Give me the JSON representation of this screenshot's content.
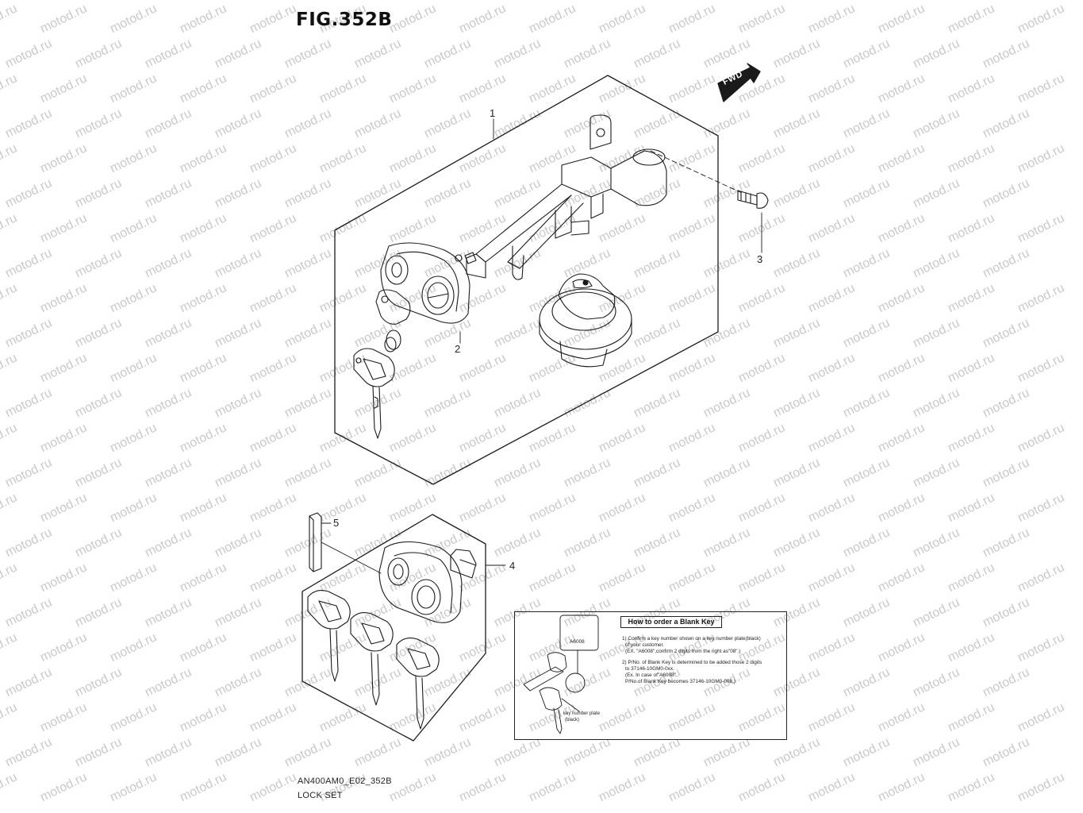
{
  "figure": {
    "title": "FIG.352B",
    "fwd_label": "FWD",
    "callouts": [
      "1",
      "2",
      "3",
      "4",
      "5"
    ],
    "footer": {
      "code": "AN400AM0_E02_352B",
      "name": "LOCK SET"
    },
    "watermark": "motod.ru"
  },
  "how_to": {
    "title": "How to order a Blank Key",
    "lines": [
      "1) Confirm a key number shown on a key number plate(black)",
      "of your customer.",
      "(EX. \"A6008\",confirm 2 digits from the right as\"08\".)",
      "2) P/No. of Blank Key is determined to be added those 2 digits",
      "to 37146-10GM0-0xx.",
      "(Ex. In case of\"A6008\"",
      "P/No.of Blank Key becomes 37146-10GM0-008.)"
    ],
    "plate_code": "A6008",
    "plate_label_1": "key number plate",
    "plate_label_2": "(black)"
  }
}
